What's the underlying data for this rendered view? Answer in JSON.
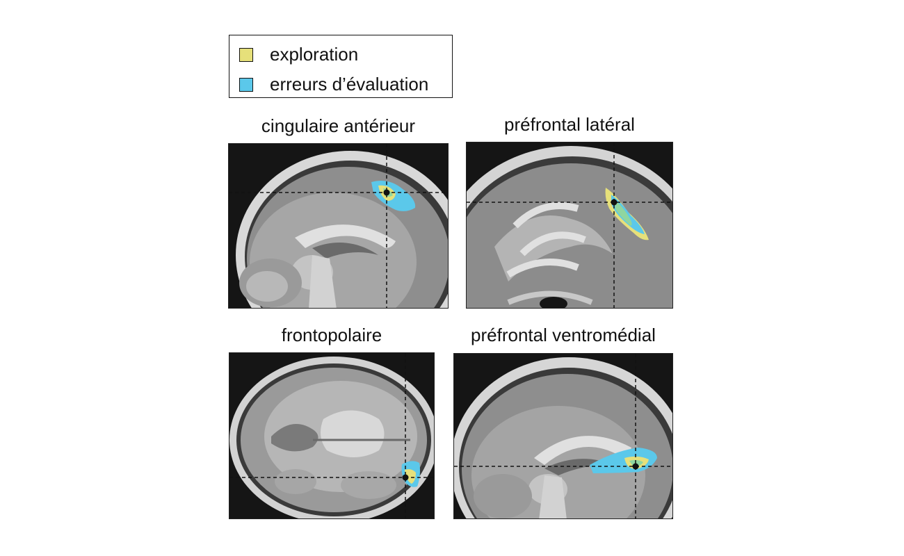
{
  "legend": {
    "items": [
      {
        "label": "exploration",
        "color": "#e6e07a"
      },
      {
        "label": "erreurs d’évaluation",
        "color": "#5bc8ea"
      }
    ]
  },
  "panels": [
    {
      "title": "cingulaire antérieur",
      "view": "sagittal-medial"
    },
    {
      "title": "préfrontal latéral",
      "view": "sagittal-lateral"
    },
    {
      "title": "frontopolaire",
      "view": "axial"
    },
    {
      "title": "préfrontal ventromédial",
      "view": "sagittal-medial"
    }
  ],
  "colors": {
    "exploration": "#e6e07a",
    "errors": "#5bc8ea",
    "overlap": "#8fd6a0",
    "crosshair": "#111111"
  }
}
